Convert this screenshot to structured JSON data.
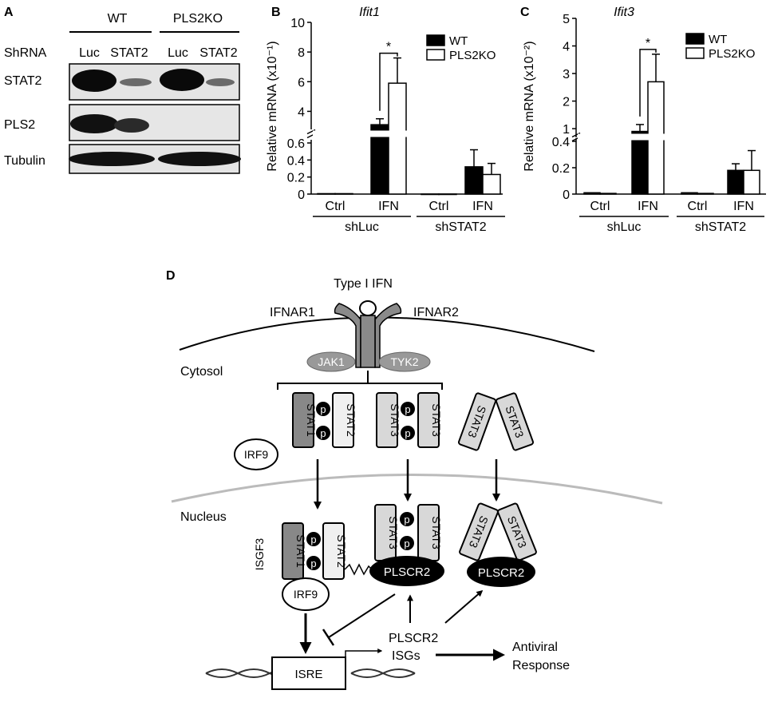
{
  "panel_a": {
    "label": "A",
    "groups": [
      "WT",
      "PLS2KO"
    ],
    "shrna_label": "ShRNA",
    "lanes": [
      "Luc",
      "STAT2",
      "Luc",
      "STAT2"
    ],
    "blots": [
      "STAT2",
      "PLS2",
      "Tubulin"
    ]
  },
  "chart_data": [
    {
      "type": "bar",
      "panel": "B",
      "title": "Ifit1",
      "ylabel": "Relative mRNA (x10⁻¹)",
      "categories": [
        "Ctrl",
        "IFN",
        "Ctrl",
        "IFN"
      ],
      "groups": [
        "shLuc",
        "shSTAT2"
      ],
      "series": [
        {
          "name": "WT",
          "values": [
            0.005,
            3.1,
            0.0,
            0.32
          ],
          "errors": [
            0,
            0.4,
            0,
            0.2
          ],
          "color": "#000000"
        },
        {
          "name": "PLS2KO",
          "values": [
            0.005,
            5.9,
            0.0,
            0.23
          ],
          "errors": [
            0,
            1.7,
            0,
            0.13
          ],
          "color": "#ffffff"
        }
      ],
      "y_axis_lower": {
        "range": [
          0,
          0.6
        ],
        "ticks": [
          "0",
          "0.2",
          "0.4",
          "0.6"
        ]
      },
      "y_axis_upper": {
        "range": [
          3,
          10
        ],
        "ticks": [
          "4",
          "6",
          "8",
          "10"
        ]
      },
      "axis_break": true,
      "significance": "*",
      "legend": "top-right"
    },
    {
      "type": "bar",
      "panel": "C",
      "title": "Ifit3",
      "ylabel": "Relative mRNA (x10⁻²)",
      "categories": [
        "Ctrl",
        "IFN",
        "Ctrl",
        "IFN"
      ],
      "groups": [
        "shLuc",
        "shSTAT2"
      ],
      "series": [
        {
          "name": "WT",
          "values": [
            0.01,
            0.9,
            0.01,
            0.18
          ],
          "errors": [
            0,
            0.25,
            0,
            0.05
          ],
          "color": "#000000"
        },
        {
          "name": "PLS2KO",
          "values": [
            0.005,
            2.7,
            0.005,
            0.18
          ],
          "errors": [
            0,
            1.0,
            0,
            0.15
          ],
          "color": "#ffffff"
        }
      ],
      "y_axis_lower": {
        "range": [
          0,
          0.4
        ],
        "ticks": [
          "0",
          "0.2",
          "0.4"
        ]
      },
      "y_axis_upper": {
        "range": [
          0.8,
          5
        ],
        "ticks": [
          "1",
          "2",
          "3",
          "4",
          "5"
        ]
      },
      "axis_break": true,
      "significance": "*",
      "legend": "top-right"
    }
  ],
  "panel_b": {
    "label": "B"
  },
  "panel_c": {
    "label": "C"
  },
  "panel_d": {
    "label": "D",
    "ligand": "Type I IFN",
    "receptor1": "IFNAR1",
    "receptor2": "IFNAR2",
    "kinase1": "JAK1",
    "kinase2": "TYK2",
    "cytosol": "Cytosol",
    "nucleus": "Nucleus",
    "stat1": "STAT1",
    "stat2": "STAT2",
    "stat3": "STAT3",
    "p": "p",
    "irf9": "IRF9",
    "isgf3": "ISGF3",
    "plscr2": "PLSCR2",
    "isre": "ISRE",
    "products_line1": "PLSCR2",
    "products_line2": "ISGs",
    "response_line1": "Antiviral",
    "response_line2": "Response"
  }
}
